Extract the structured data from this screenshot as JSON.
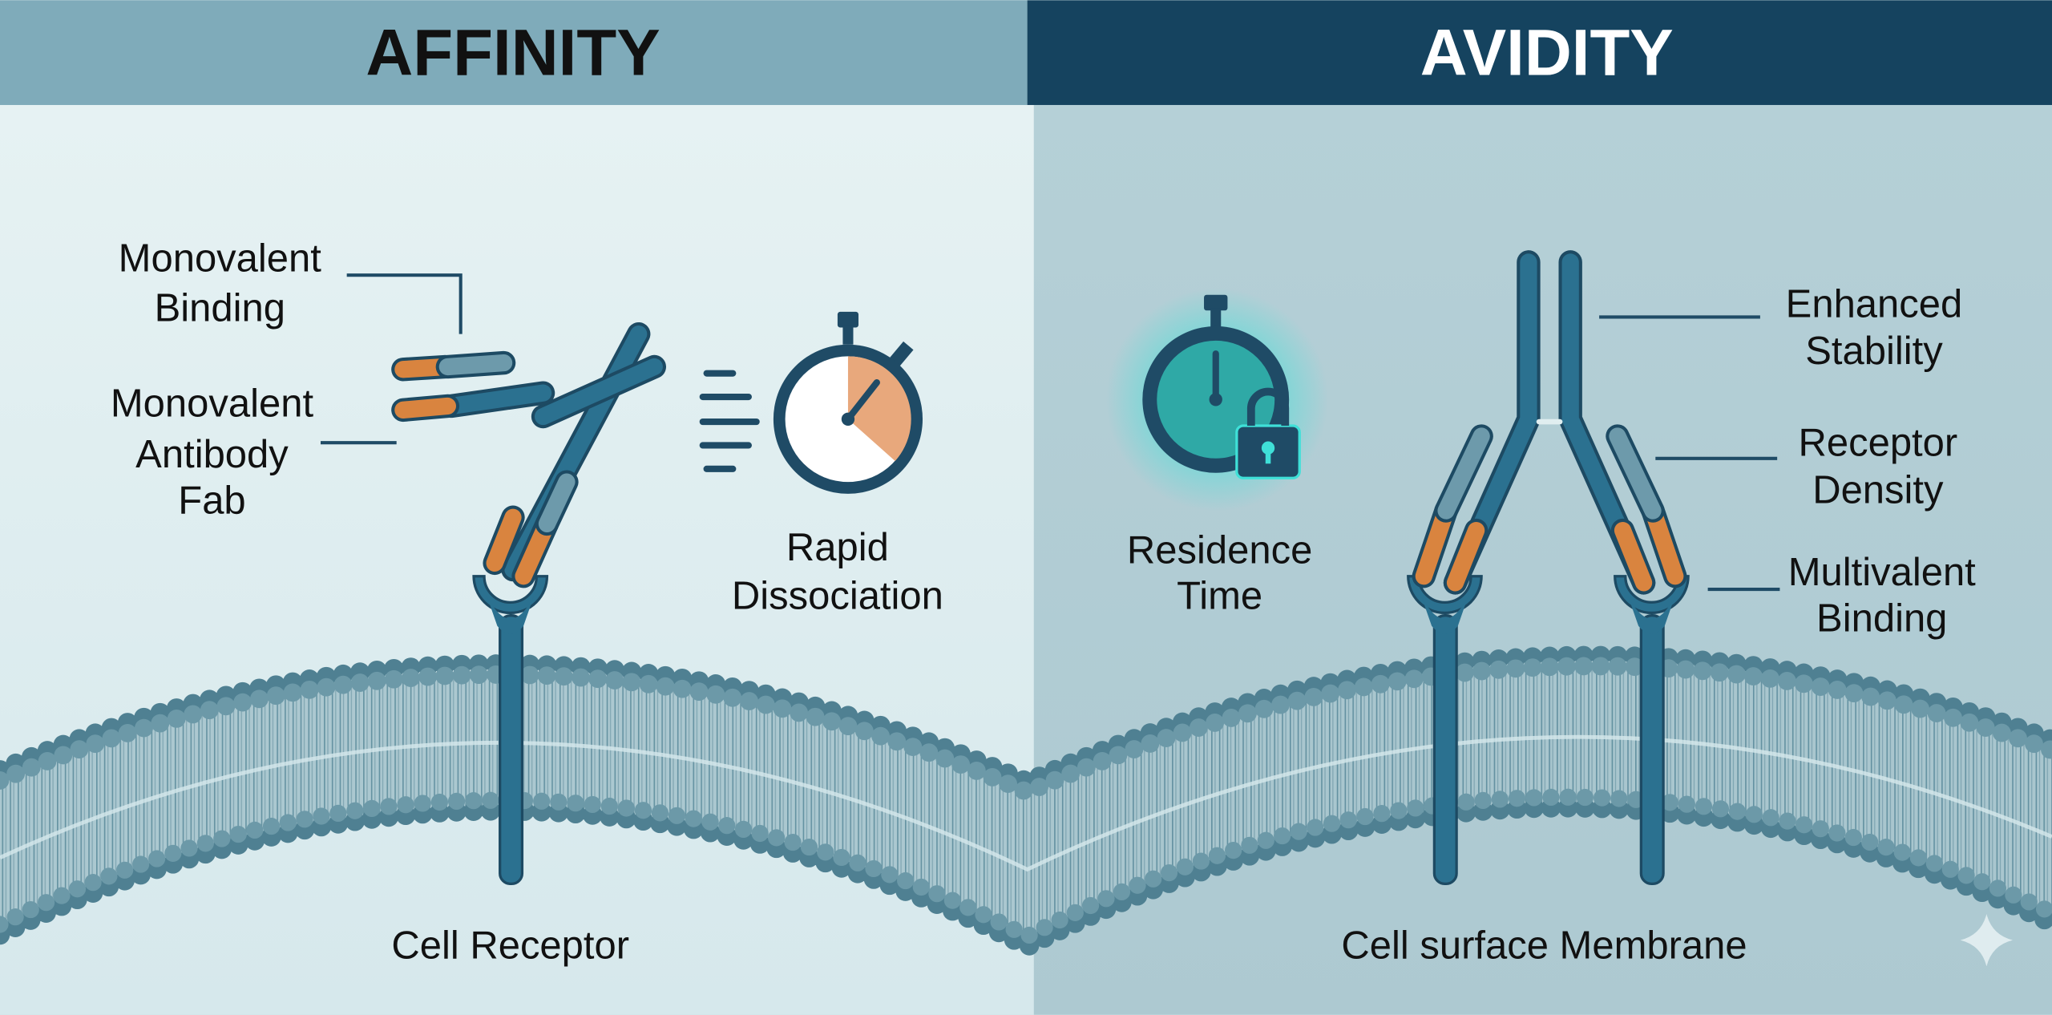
{
  "panels": {
    "affinity": {
      "title": "AFFINITY",
      "labels": {
        "monovalent_binding": [
          "Monovalent",
          "Binding"
        ],
        "monovalent_fab": [
          "Monovalent",
          "Antibody",
          "Fab"
        ],
        "rapid_dissociation": [
          "Rapid",
          "Dissociation"
        ],
        "cell_receptor": "Cell Receptor"
      }
    },
    "avidity": {
      "title": "AVIDITY",
      "labels": {
        "residence_time": [
          "Residence",
          "Time"
        ],
        "enhanced_stability": [
          "Enhanced",
          "Stability"
        ],
        "receptor_density": [
          "Receptor",
          "Density"
        ],
        "multivalent_binding": [
          "Multivalent",
          "Binding"
        ],
        "cell_surface_membrane": "Cell surface Membrane"
      }
    }
  },
  "icons": [
    "stopwatch-icon",
    "stopwatch-lock-icon",
    "antibody-icon",
    "receptor-icon",
    "membrane-bilayer",
    "sparkle-icon"
  ],
  "colors": {
    "header_left": "#7fabba",
    "header_right": "#15435f",
    "bg_left": "#e2eff1",
    "bg_right": "#b2ccd4",
    "antibody": "#2b7190",
    "outline": "#1d4a63",
    "orange": "#d9843f",
    "membrane": "#5f8e9e",
    "glow": "#3fe0d8"
  }
}
